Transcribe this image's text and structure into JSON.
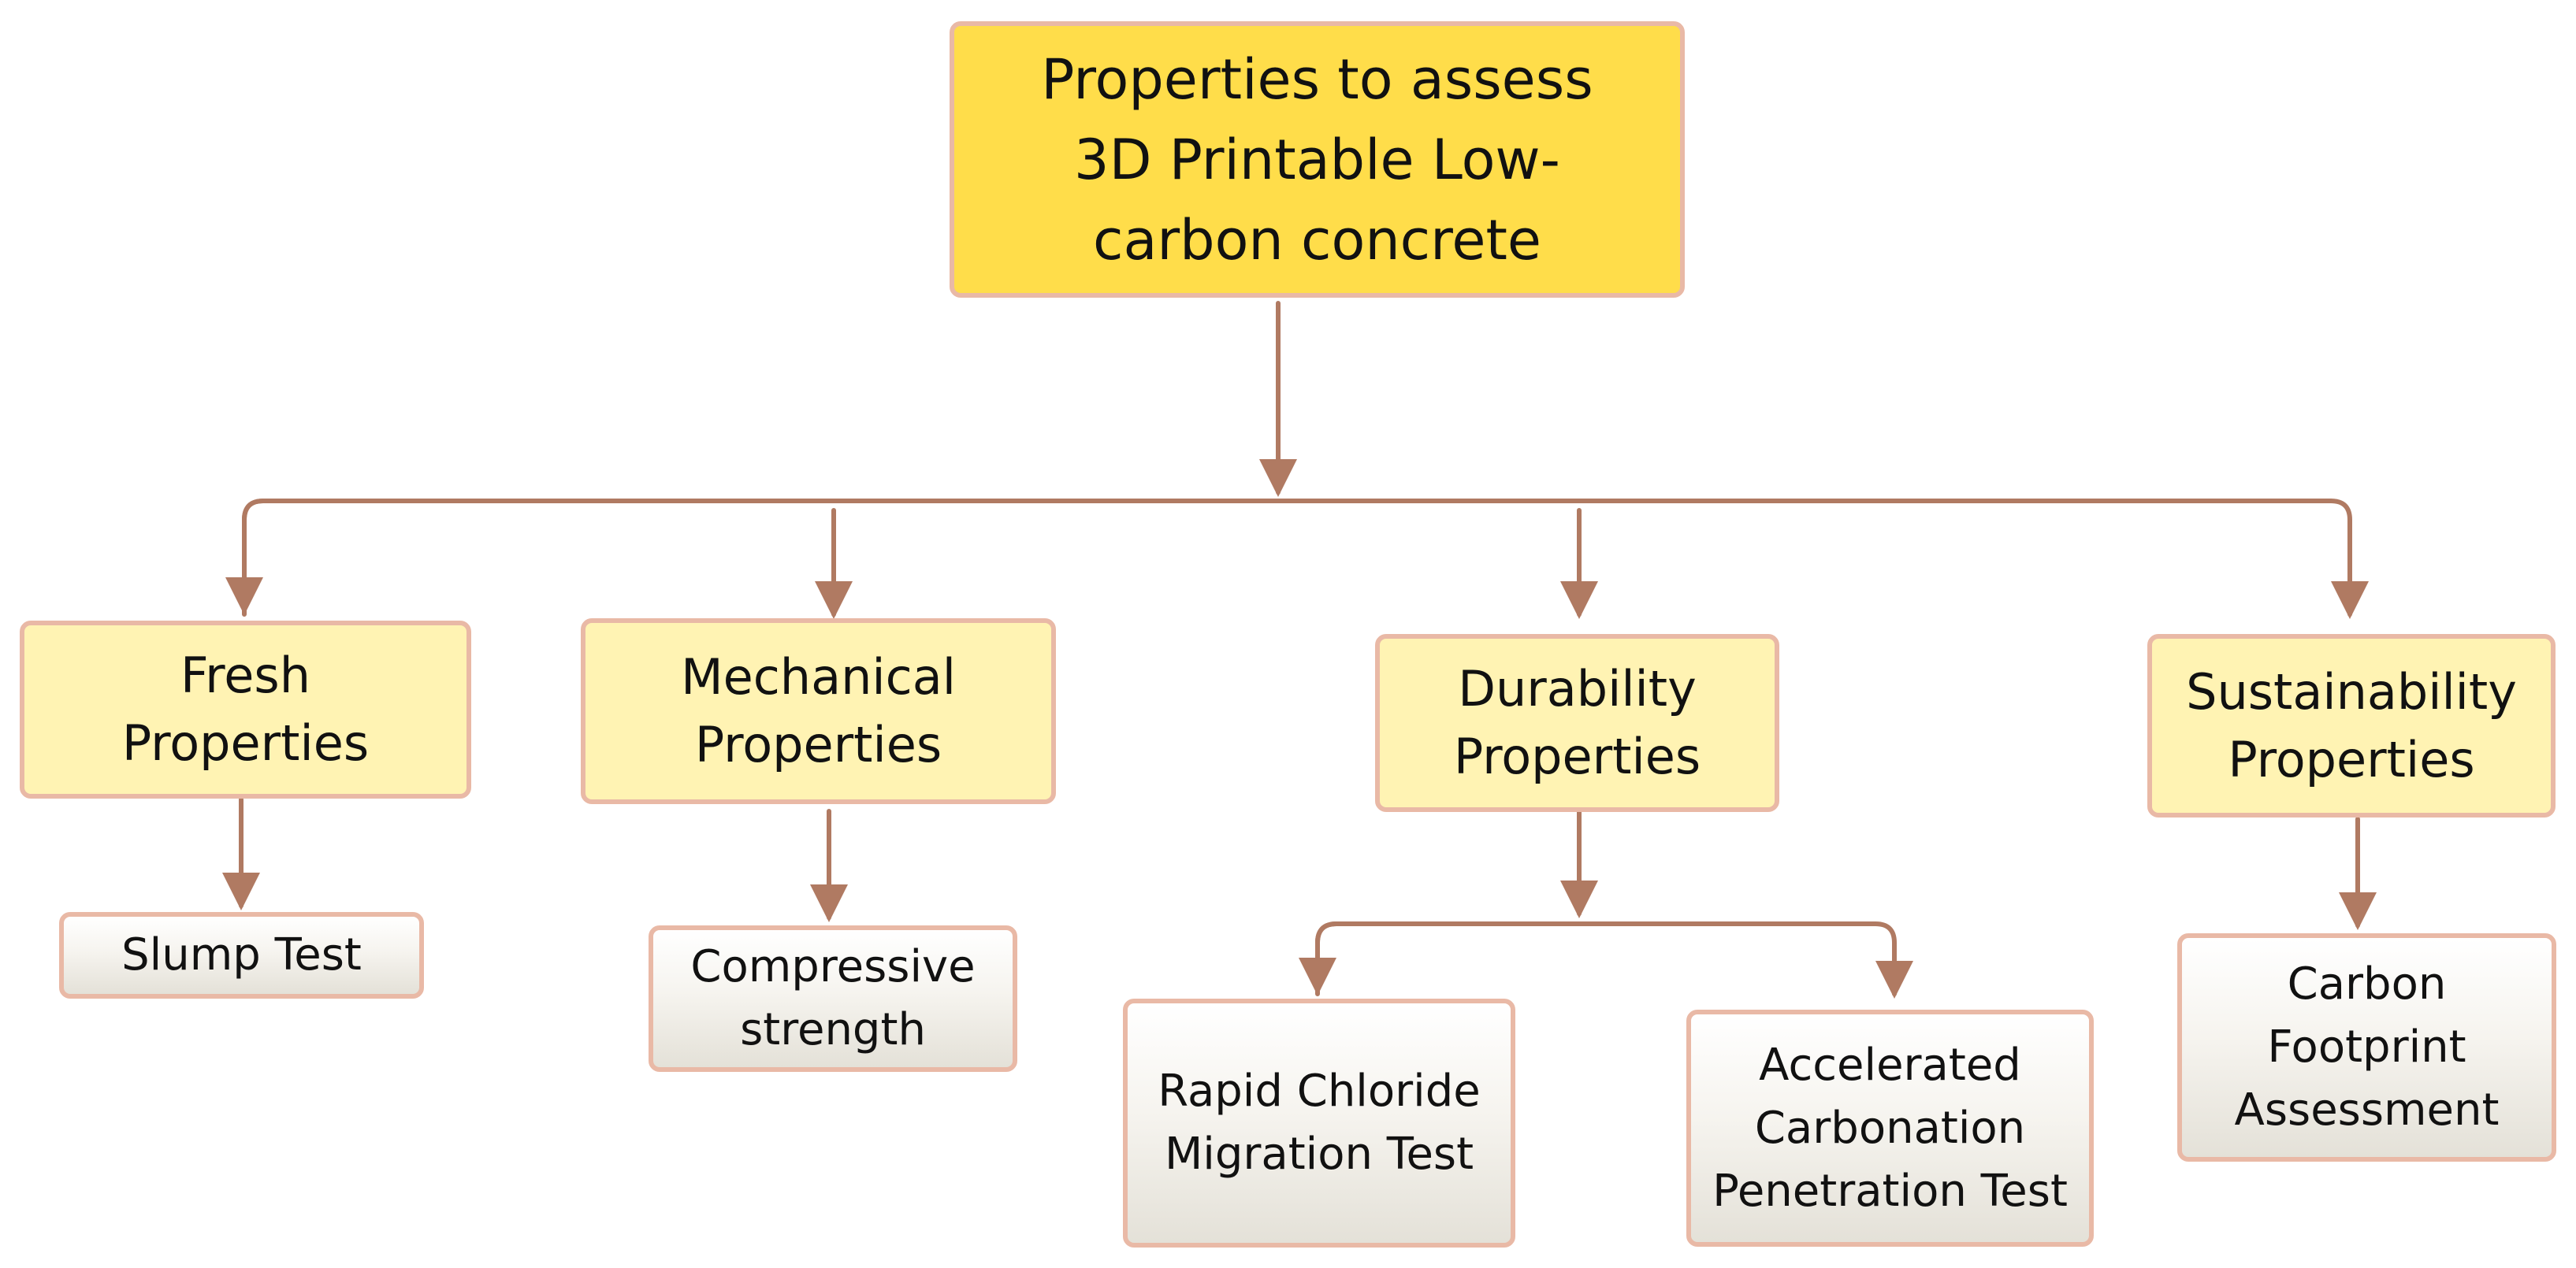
{
  "root": {
    "label": "Properties to assess\n3D Printable Low-\ncarbon concrete"
  },
  "categories": {
    "fresh": "Fresh\nProperties",
    "mechanical": "Mechanical\nProperties",
    "durability": "Durability\nProperties",
    "sustainability": "Sustainability\nProperties"
  },
  "tests": {
    "slump": "Slump Test",
    "compressive": "Compressive\nstrength",
    "chloride": "Rapid Chloride\nMigration Test",
    "carbonation": "Accelerated\nCarbonation\nPenetration Test",
    "carbon_footprint": "Carbon\nFootprint\nAssessment"
  },
  "colors": {
    "connector": "#b07a62",
    "box_border": "#e9b9a6",
    "root_fill": "#ffdd4a",
    "category_fill": "#fff3b3"
  }
}
